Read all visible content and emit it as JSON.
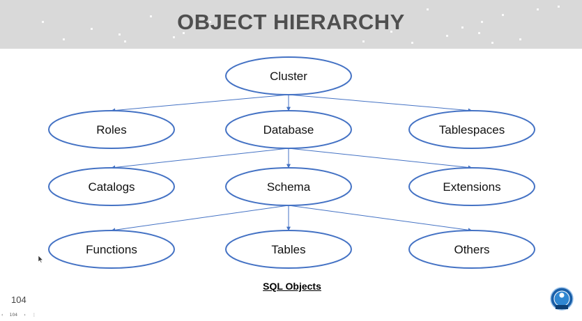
{
  "slide": {
    "title": "OBJECT HIERARCHY",
    "caption": "SQL Objects",
    "page_number": "104"
  },
  "diagram": {
    "nodes": [
      {
        "id": "cluster",
        "label": "Cluster"
      },
      {
        "id": "roles",
        "label": "Roles"
      },
      {
        "id": "database",
        "label": "Database"
      },
      {
        "id": "tablespaces",
        "label": "Tablespaces"
      },
      {
        "id": "catalogs",
        "label": "Catalogs"
      },
      {
        "id": "schema",
        "label": "Schema"
      },
      {
        "id": "extensions",
        "label": "Extensions"
      },
      {
        "id": "functions",
        "label": "Functions"
      },
      {
        "id": "tables",
        "label": "Tables"
      },
      {
        "id": "others",
        "label": "Others"
      }
    ],
    "edges": [
      {
        "from": "cluster",
        "to": "roles"
      },
      {
        "from": "cluster",
        "to": "database"
      },
      {
        "from": "cluster",
        "to": "tablespaces"
      },
      {
        "from": "database",
        "to": "catalogs"
      },
      {
        "from": "database",
        "to": "schema"
      },
      {
        "from": "database",
        "to": "extensions"
      },
      {
        "from": "schema",
        "to": "functions"
      },
      {
        "from": "schema",
        "to": "tables"
      },
      {
        "from": "schema",
        "to": "others"
      }
    ]
  },
  "viewer": {
    "nav_prev": "‹",
    "nav_page": "104",
    "nav_next": "›",
    "nav_menu": "⋮"
  },
  "colors": {
    "node_stroke": "#4472c4",
    "edge": "#4472c4",
    "header_bg": "#d9d9d9",
    "title": "#4f4f4f"
  },
  "icons": {
    "cursor": "mouse-pointer-icon",
    "badge": "iso-certification-badge"
  }
}
